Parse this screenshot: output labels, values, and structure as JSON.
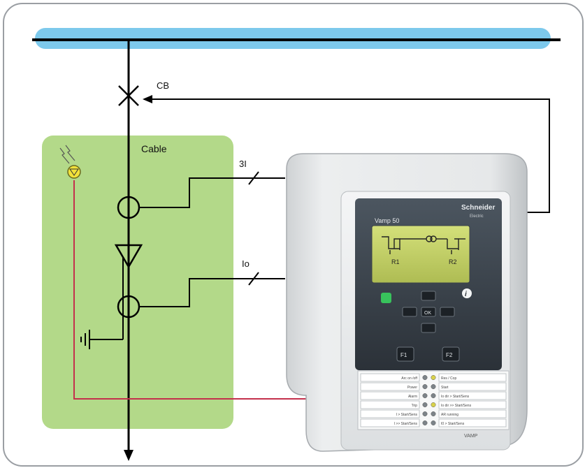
{
  "labels": {
    "breaker": "CB",
    "cable_zone": "Cable",
    "phase_current": "3I",
    "earth_current": "Io"
  },
  "relay": {
    "brand": "Schneider",
    "brand_sub": "Electric",
    "model": "Vamp 50",
    "display": {
      "label_left": "R1",
      "label_right": "R2"
    },
    "keys": {
      "f1": "F1",
      "f2": "F2",
      "ok": "OK"
    },
    "leds_left": [
      "Arc on /off",
      "Power",
      "Alarm",
      "Trip",
      "I > Start/Sens",
      "I >> Start/Sens"
    ],
    "leds_right": [
      "Res / Cop",
      "Start",
      "Io dir > Start/Sens",
      "Io dir >> Start/Sens",
      "AR running",
      "I0 > Start/Sens"
    ],
    "footer": "VAMP"
  },
  "colors": {
    "busbar": "#7dc9ec",
    "cable_zone": "#b3d989",
    "arc_sensor_line": "#c4304c",
    "arc_sensor": "#f2e23a",
    "lines": "#000000"
  }
}
